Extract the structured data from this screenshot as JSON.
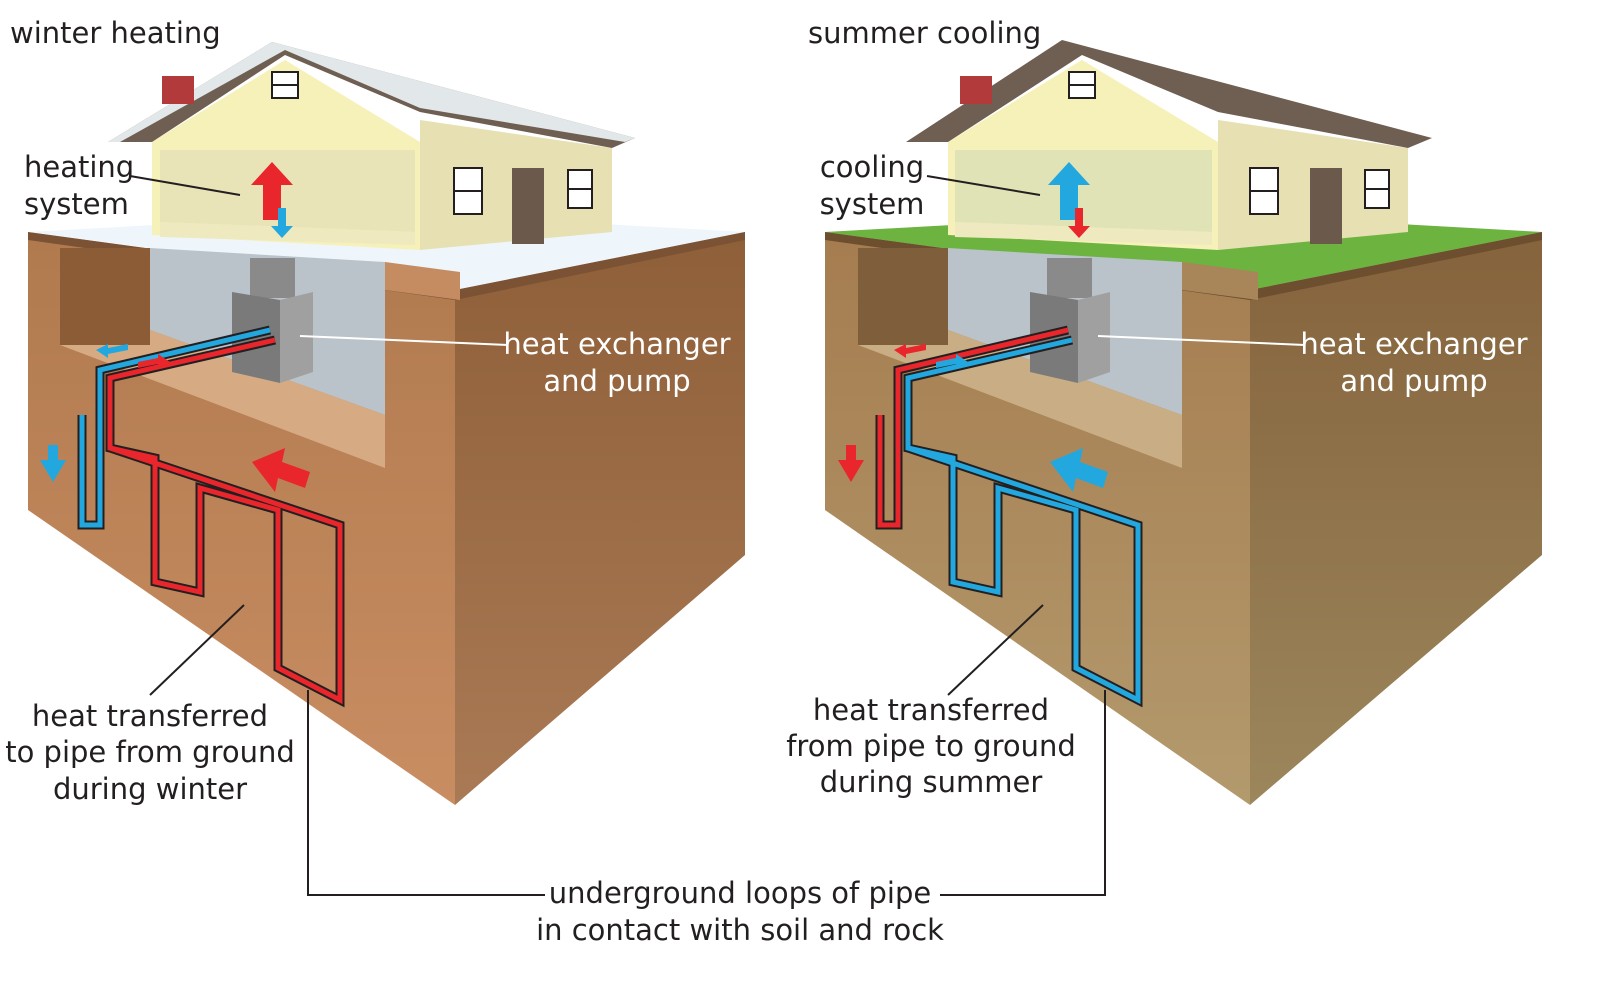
{
  "winter": {
    "title": "winter heating",
    "system_line1": "heating",
    "system_line2": "system",
    "exchanger_line1": "heat exchanger",
    "exchanger_line2": "and pump",
    "transfer_line1": "heat transferred",
    "transfer_line2": "to pipe from ground",
    "transfer_line3": "during winter"
  },
  "summer": {
    "title": "summer cooling",
    "system_line1": "cooling",
    "system_line2": "system",
    "exchanger_line1": "heat exchanger",
    "exchanger_line2": "and pump",
    "transfer_line1": "heat transferred",
    "transfer_line2": "from pipe to ground",
    "transfer_line3": "during summer"
  },
  "shared": {
    "loops_line1": "underground loops of pipe",
    "loops_line2": "in contact with soil and rock"
  },
  "colors": {
    "hot": "#e8262b",
    "cold": "#22a8de",
    "soil_winter": "#c98d62",
    "soil_summer": "#b39a6d",
    "grass": "#6cb33f",
    "snow": "#eef6fb",
    "wall": "#f6f0b9",
    "roof": "#6f5e52"
  }
}
